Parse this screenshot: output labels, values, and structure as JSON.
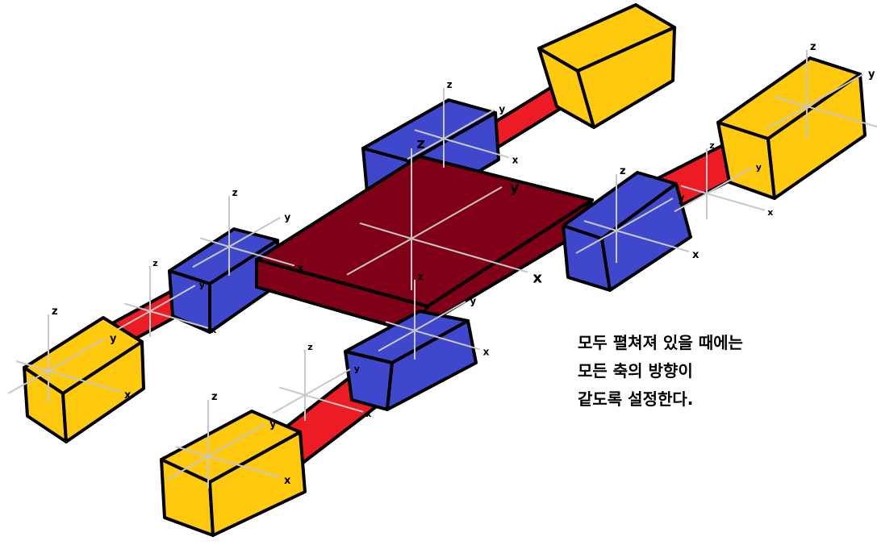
{
  "colors": {
    "background": "#ffffff",
    "plate": "#800018",
    "slider": "#3f48cc",
    "rail": "#ed1c24",
    "block": "#ffc90e",
    "outline": "#000000",
    "axis": "#c8c8c8"
  },
  "axis_labels": {
    "x": "x",
    "y": "y",
    "z": "z"
  },
  "caption": {
    "lines": [
      "모두 펼쳐져 있을 때에는",
      "모든 축의 방향이",
      "같도록 설정한다."
    ]
  }
}
